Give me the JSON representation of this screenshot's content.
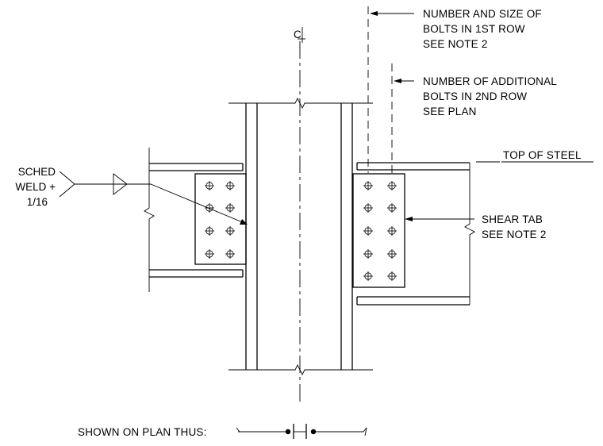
{
  "notes": {
    "bolts_first_row": [
      "NUMBER AND SIZE OF",
      "BOLTS IN 1ST ROW",
      "SEE NOTE 2"
    ],
    "bolts_second_row": [
      "NUMBER OF ADDITIONAL",
      "BOLTS IN 2ND ROW",
      "SEE PLAN"
    ],
    "top_of_steel": "TOP OF STEEL",
    "shear_tab": [
      "SHEAR TAB",
      "SEE NOTE 2"
    ],
    "weld": [
      "SCHED",
      "WELD +",
      "1/16"
    ],
    "centerline_symbol": "C",
    "plan_symbol_caption": "SHOWN ON PLAN THUS:"
  }
}
